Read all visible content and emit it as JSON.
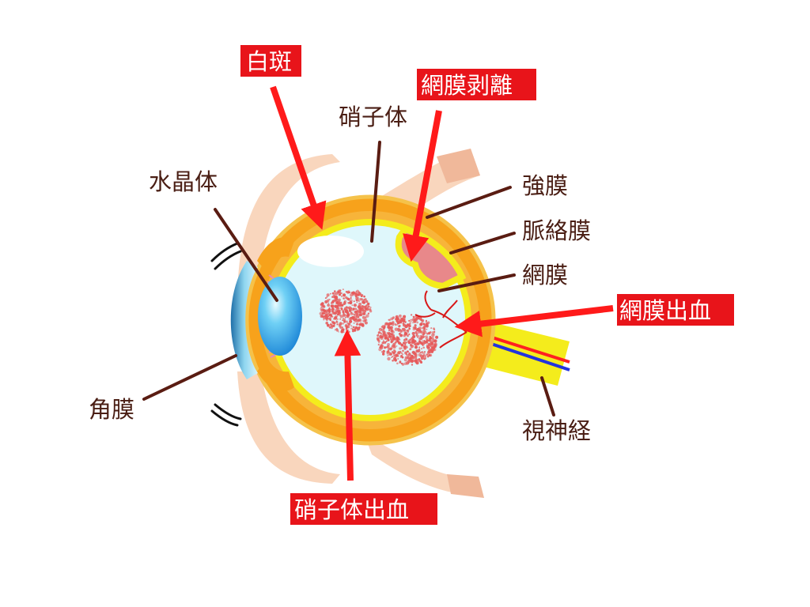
{
  "labels": {
    "vitreous": "硝子体",
    "lens": "水晶体",
    "sclera": "強膜",
    "choroid": "脈絡膜",
    "retina": "網膜",
    "cornea": "角膜",
    "optic_nerve": "視神経"
  },
  "highlights": {
    "cotton_wool_spots": "白斑",
    "retinal_detachment": "網膜剥離",
    "retinal_hemorrhage": "網膜出血",
    "vitreous_hemorrhage": "硝子体出血"
  },
  "colors": {
    "highlight_bg": "#e8141a",
    "arrow": "#ff1a1a",
    "leader": "#5a1c12",
    "sclera": "#f7a21b",
    "retina": "#f4ec1c",
    "vitreous": "#dff7fb",
    "lens": "#2ea8e8",
    "skin": "#f9d6bd",
    "hemorrhage": "#e65a5a"
  }
}
